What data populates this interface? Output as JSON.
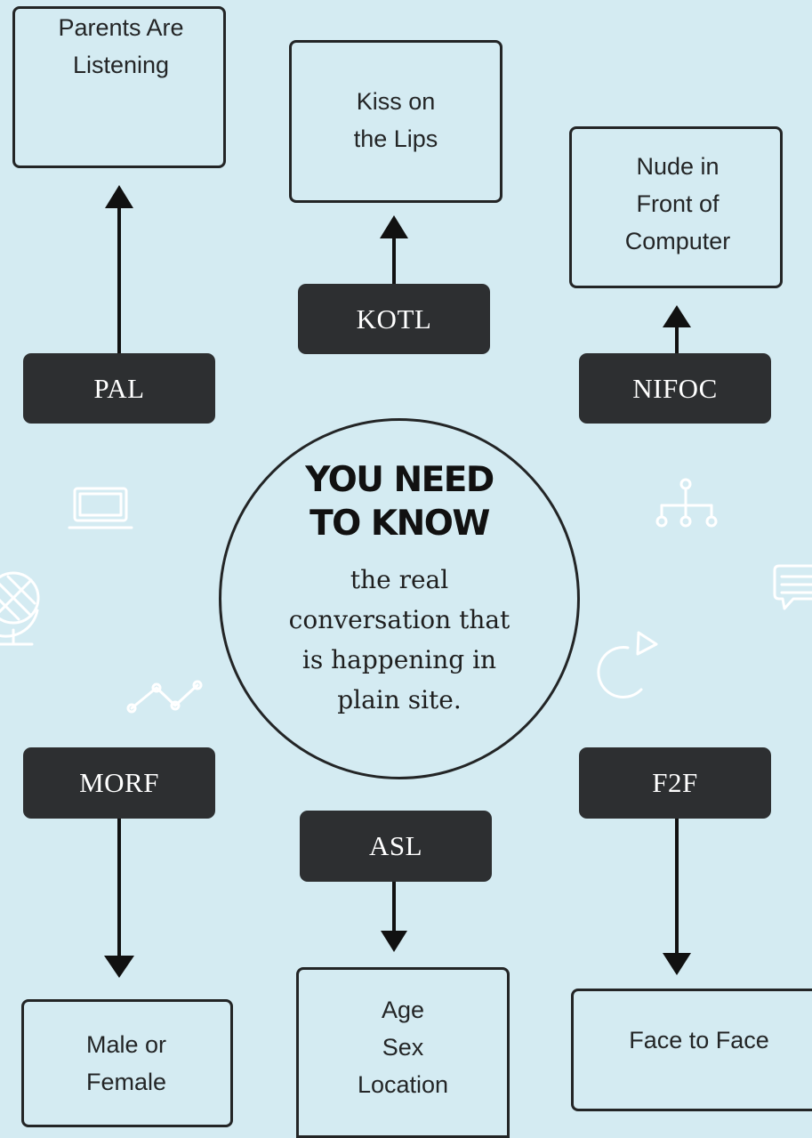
{
  "center": {
    "headline": "YOU NEED\nTO KNOW",
    "subtext": "the real\nconversation that\nis happening in\nplain site."
  },
  "acronyms": [
    {
      "code": "PAL",
      "meaning": "Parents Are\nListening"
    },
    {
      "code": "KOTL",
      "meaning": "Kiss on\nthe Lips"
    },
    {
      "code": "NIFOC",
      "meaning": "Nude in\nFront of\nComputer"
    },
    {
      "code": "MORF",
      "meaning": "Male or\nFemale"
    },
    {
      "code": "ASL",
      "meaning": "Age\nSex\nLocation"
    },
    {
      "code": "F2F",
      "meaning": "Face to Face"
    }
  ],
  "decorative_icons": [
    "laptop-icon",
    "globe-icon",
    "line-chart-icon",
    "org-chart-icon",
    "chat-bubble-icon",
    "refresh-arrow-icon"
  ],
  "colors": {
    "background": "#d4ebf2",
    "dark": "#2d2f31",
    "light_text": "#ffffff"
  }
}
